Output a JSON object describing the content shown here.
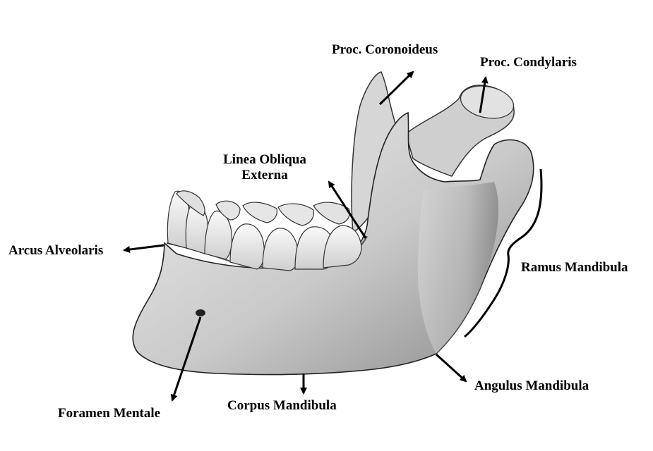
{
  "labels": {
    "proc_coronoideus": "Proc. Coronoideus",
    "proc_condylaris": "Proc. Condylaris",
    "linea_obliqua_line1": "Linea Obliqua",
    "linea_obliqua_line2": "Externa",
    "arcus_alveolaris": "Arcus Alveolaris",
    "ramus_mandibula": "Ramus Mandibula",
    "angulus_mandibula": "Angulus Mandibula",
    "foramen_mentale": "Foramen Mentale",
    "corpus_mandibula": "Corpus Mandibula"
  },
  "colors": {
    "bone_light": "#e9e9e9",
    "bone_mid": "#bdbdbd",
    "bone_dark": "#5a5a5a",
    "tooth": "#f4f4f4",
    "ink": "#000000"
  }
}
